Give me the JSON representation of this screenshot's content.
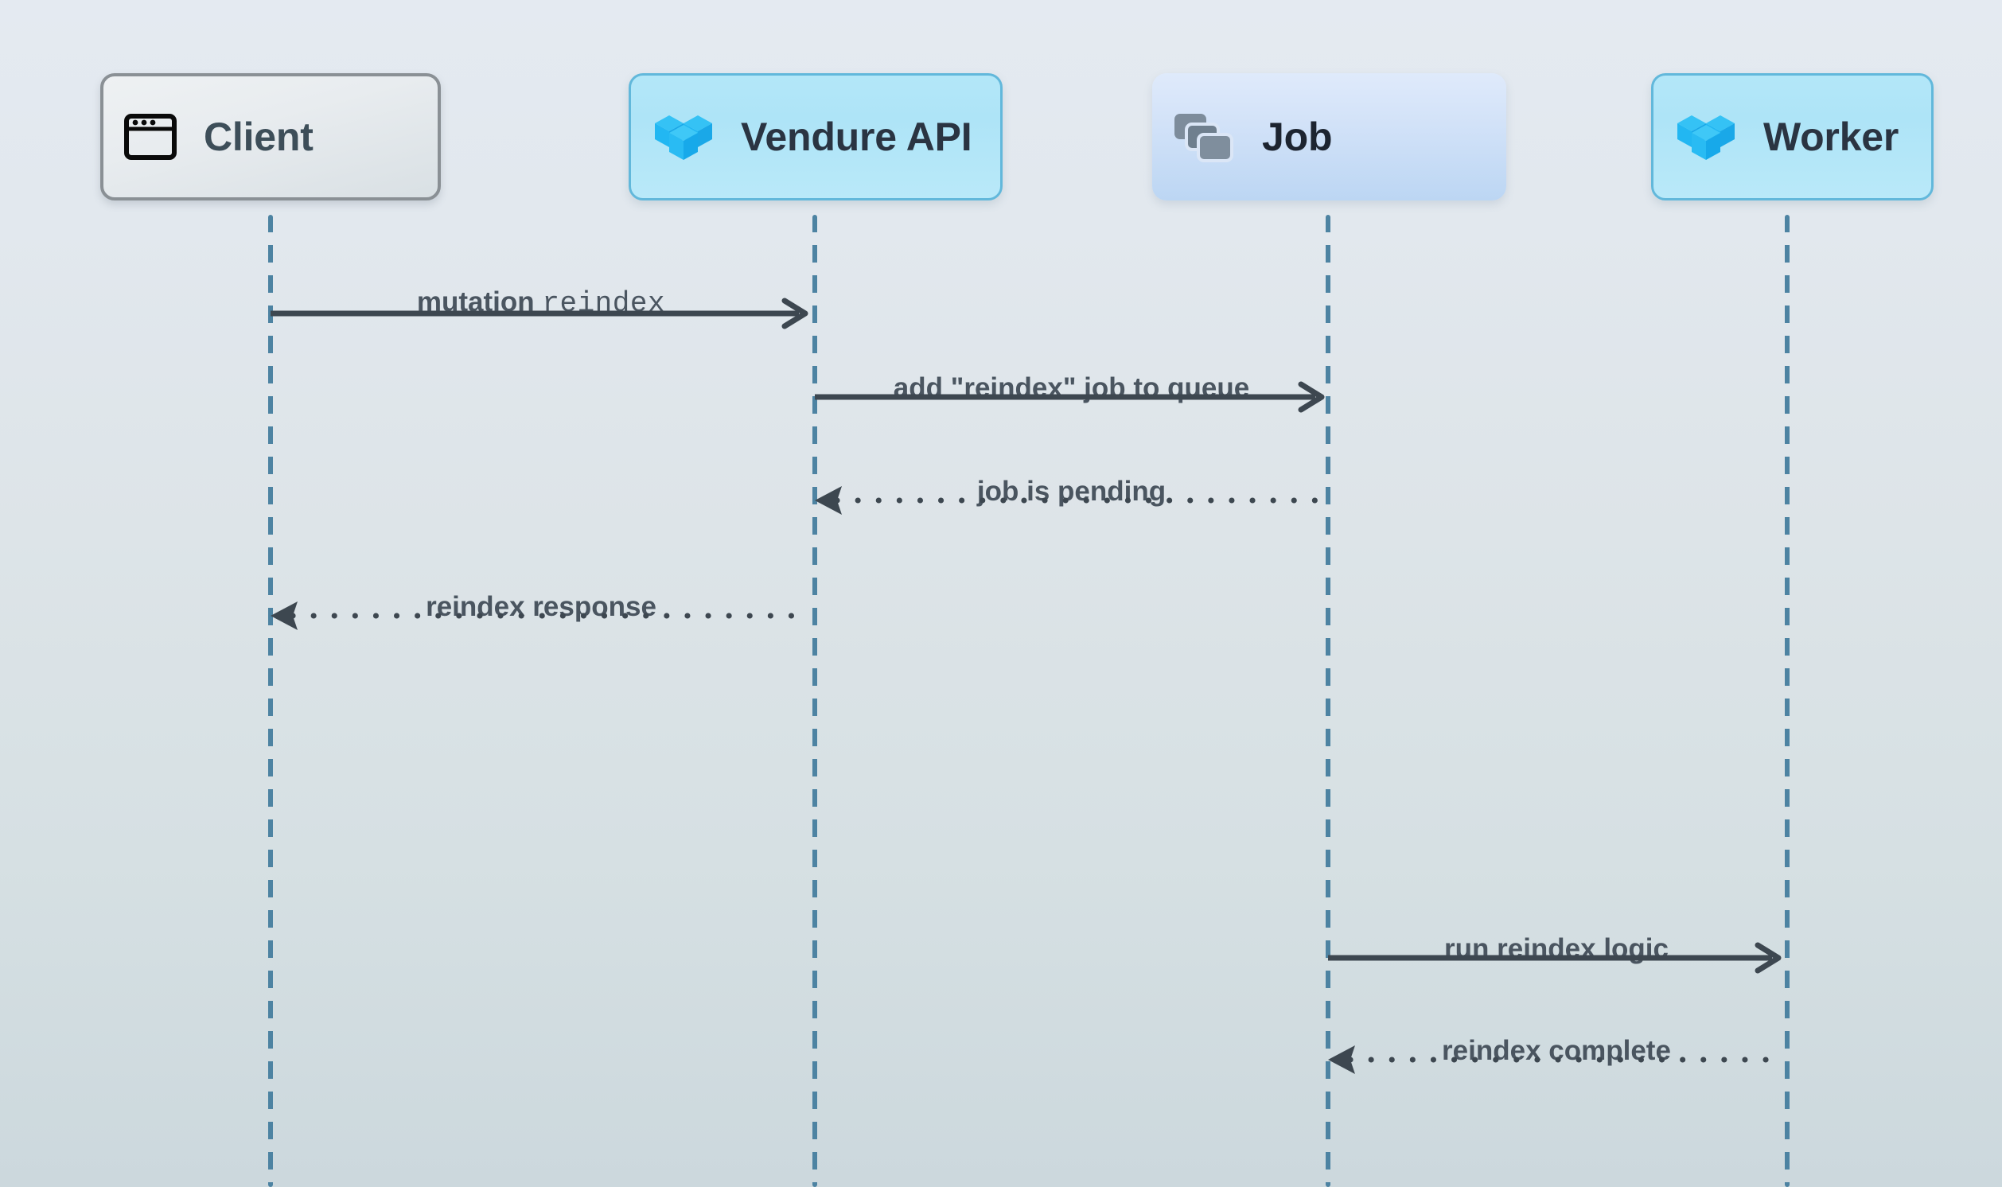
{
  "diagram": {
    "type": "sequence-diagram",
    "title": "Vendure reindex job sequence",
    "background_top_color": "#e4eaf1",
    "background_bottom_color": "#ccd8dd",
    "lifeline_color": "#4d83a2",
    "arrow_color": "#3d4750",
    "label_color": "#4a5560"
  },
  "participants": [
    {
      "id": "client",
      "label": "Client",
      "icon": "browser-window-icon",
      "box_fill": "#e8ecef",
      "box_border": "#8a9095",
      "text_color": "#3d4e59"
    },
    {
      "id": "vendure-api",
      "label": "Vendure API",
      "icon": "vendure-cubes-icon",
      "box_fill": "#b0e5f7",
      "box_border": "#62b8db",
      "text_color": "#2a3442"
    },
    {
      "id": "job",
      "label": "Job",
      "icon": "stacked-cards-icon",
      "box_fill": "#cfe0f7",
      "box_border": "none",
      "text_color": "#1d2430"
    },
    {
      "id": "worker",
      "label": "Worker",
      "icon": "vendure-cubes-icon",
      "box_fill": "#b0e5f7",
      "box_border": "#62b8db",
      "text_color": "#2a3442"
    }
  ],
  "messages": [
    {
      "index": 1,
      "from": "client",
      "to": "vendure-api",
      "direction": "forward",
      "style": "solid",
      "label_plain": "mutation ",
      "label_code": "reindex",
      "label_full": "mutation reindex"
    },
    {
      "index": 2,
      "from": "vendure-api",
      "to": "job",
      "direction": "forward",
      "style": "solid",
      "label_full": "add \"reindex\" job to queue"
    },
    {
      "index": 3,
      "from": "job",
      "to": "vendure-api",
      "direction": "backward",
      "style": "dotted",
      "label_full": "job is pending"
    },
    {
      "index": 4,
      "from": "vendure-api",
      "to": "client",
      "direction": "backward",
      "style": "dotted",
      "label_full": "reindex response"
    },
    {
      "index": 5,
      "from": "job",
      "to": "worker",
      "direction": "forward",
      "style": "solid",
      "label_full": "run reindex logic"
    },
    {
      "index": 6,
      "from": "worker",
      "to": "job",
      "direction": "backward",
      "style": "dotted",
      "label_full": "reindex complete"
    }
  ]
}
